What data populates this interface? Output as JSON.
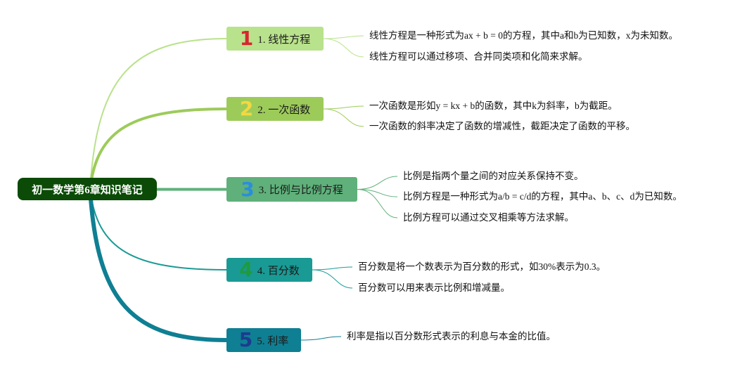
{
  "root": {
    "label": "初一数学第6章知识笔记"
  },
  "topics": [
    {
      "number": "1",
      "label": "1. 线性方程",
      "colors": {
        "fill": "#b9e28c",
        "number": "#d6262e",
        "line": "#b9e28c"
      },
      "notes": [
        "线性方程是一种形式为ax + b = 0的方程，其中a和b为已知数，x为未知数。",
        "线性方程可以通过移项、合并同类项和化简来求解。"
      ]
    },
    {
      "number": "2",
      "label": "2. 一次函数",
      "colors": {
        "fill": "#9dcb5a",
        "number": "#f4d840",
        "line": "#9dcb5a"
      },
      "notes": [
        "一次函数是形如y = kx + b的函数，其中k为斜率，b为截距。",
        "一次函数的斜率决定了函数的增减性，截距决定了函数的平移。"
      ]
    },
    {
      "number": "3",
      "label": "3. 比例与比例方程",
      "colors": {
        "fill": "#5fb07a",
        "number": "#2a8de0",
        "line": "#5fb07a"
      },
      "notes": [
        "比例是指两个量之间的对应关系保持不变。",
        "比例方程是一种形式为a/b = c/d的方程，其中a、b、c、d为已知数。",
        "比例方程可以通过交叉相乘等方法求解。"
      ]
    },
    {
      "number": "4",
      "label": "4. 百分数",
      "colors": {
        "fill": "#1a9a94",
        "number": "#1f9a3f",
        "line": "#1a9a94"
      },
      "notes": [
        "百分数是将一个数表示为百分数的形式，如30%表示为0.3。",
        "百分数可以用来表示比例和增减量。"
      ]
    },
    {
      "number": "5",
      "label": "5. 利率",
      "colors": {
        "fill": "#0f7f93",
        "number": "#1c3c8f",
        "line": "#0f7f93"
      },
      "notes": [
        "利率是指以百分数形式表示的利息与本金的比值。"
      ]
    }
  ]
}
